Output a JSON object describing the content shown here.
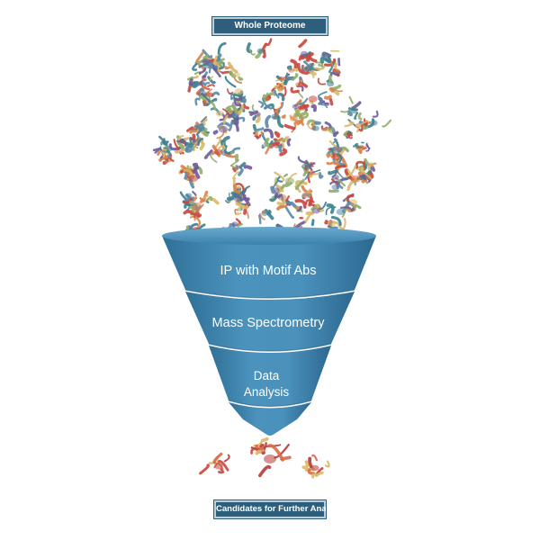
{
  "header": {
    "top_label": "Whole Proteome"
  },
  "funnel": {
    "stages": [
      {
        "label": "IP with Motif Abs"
      },
      {
        "label": "Mass Spectrometry"
      },
      {
        "label_lines": [
          "Data",
          "Analysis"
        ]
      }
    ]
  },
  "footer": {
    "bottom_label": "Candidates for Further Analysis"
  },
  "colors": {
    "label_bg": "#2d5f7c",
    "funnel_main": "#3f87b1",
    "funnel_dark": "#2b6a92",
    "protein_palette": [
      "#c9463d",
      "#d9b86a",
      "#5a8aa8",
      "#6f5a9a",
      "#8fae6a",
      "#d7824a",
      "#3d7f8f"
    ]
  }
}
